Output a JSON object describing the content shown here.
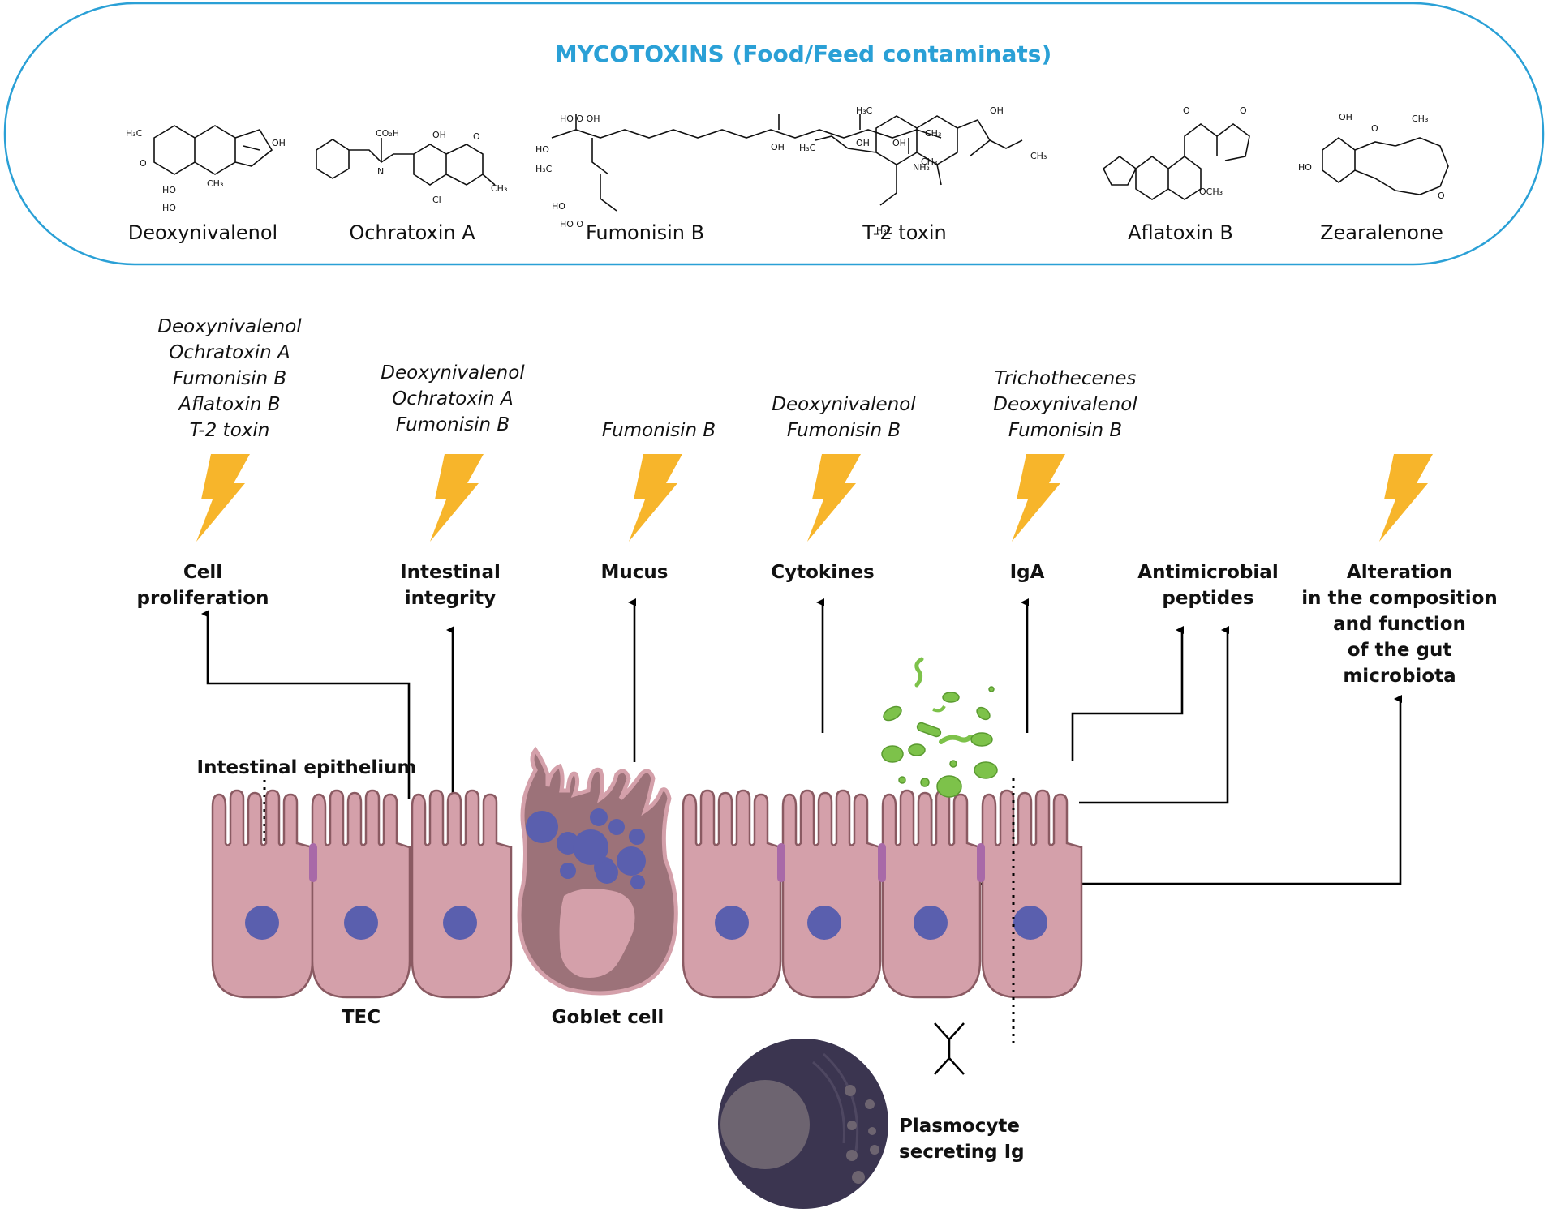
{
  "title": "MYCOTOXINS (Food/Feed contaminats)",
  "molecules": [
    {
      "name": "Deoxynivalenol"
    },
    {
      "name": "Ochratoxin A"
    },
    {
      "name": "Fumonisin B"
    },
    {
      "name": "T-2 toxin"
    },
    {
      "name": "Aflatoxin B"
    },
    {
      "name": "Zearalenone"
    }
  ],
  "effects": [
    {
      "toxins": [
        "Deoxynivalenol",
        "Ochratoxin A",
        "Fumonisin B",
        "Aflatoxin B",
        "T-2 toxin"
      ],
      "label": [
        "Cell",
        "proliferation"
      ]
    },
    {
      "toxins": [
        "Deoxynivalenol",
        "Ochratoxin A",
        "Fumonisin B"
      ],
      "label": [
        "Intestinal",
        "integrity"
      ]
    },
    {
      "toxins": [
        "Fumonisin B"
      ],
      "label": [
        "Mucus"
      ]
    },
    {
      "toxins": [
        "Deoxynivalenol",
        "Fumonisin B"
      ],
      "label": [
        "Cytokines"
      ]
    },
    {
      "toxins": [
        "Trichothecenes",
        "Deoxynivalenol",
        "Fumonisin B"
      ],
      "label": [
        "IgA"
      ]
    },
    {
      "toxins": [],
      "label": [
        "Antimicrobial",
        "peptides"
      ]
    },
    {
      "toxins": [],
      "label": [
        "Alteration",
        "in the composition",
        "and function",
        "of the gut",
        "microbiota"
      ]
    }
  ],
  "cell_labels": {
    "epithelium": "Intestinal epithelium",
    "tec": "TEC",
    "goblet": "Goblet cell",
    "plasmocyte": [
      "Plasmocyte",
      "secreting Ig"
    ]
  },
  "colors": {
    "title": "#2aa0d6",
    "frame": "#2aa0d6",
    "cell": "#d4a0aa",
    "nucleus": "#5a5fae",
    "bolt": "#f7b52b",
    "bacteria": "#7dc24a",
    "plasmocyte": "#3b3550"
  }
}
